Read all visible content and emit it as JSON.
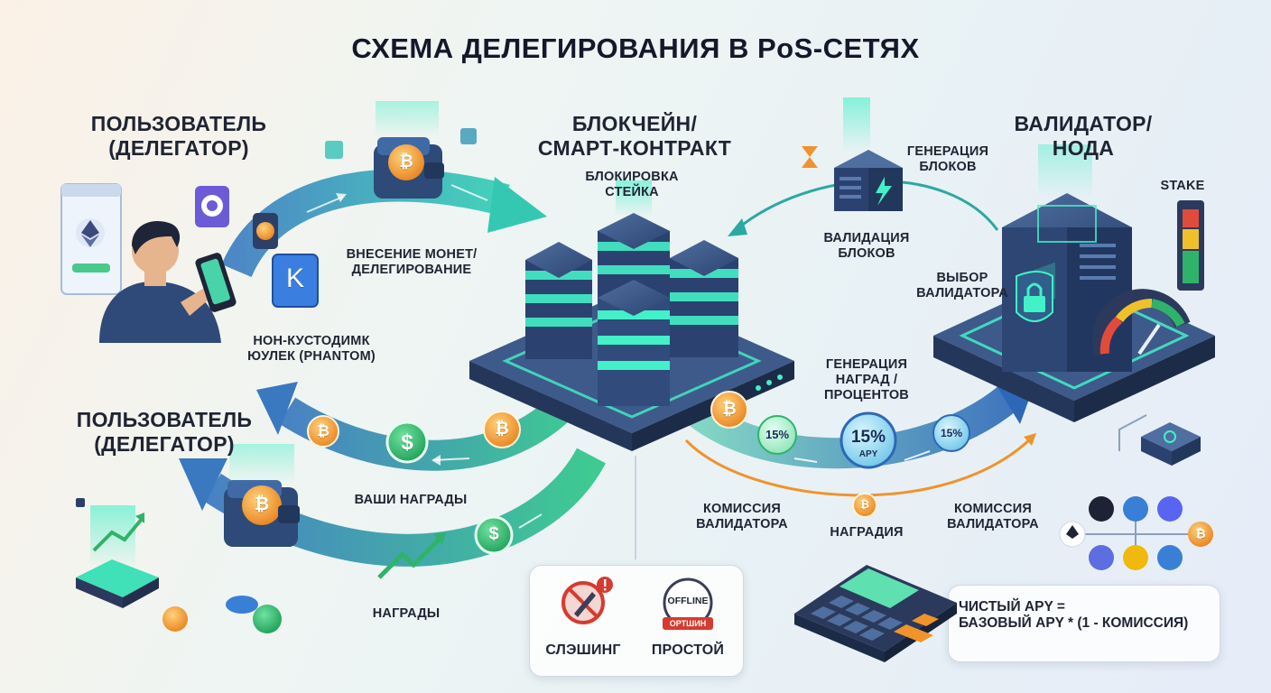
{
  "title": "СХЕМА ДЕЛЕГИРОВАНИЯ В PoS-СЕТЯХ",
  "user_top": "ПОЛЬЗОВАТЕЛЬ\n(ДЕЛЕГАТОР)",
  "user_bottom": "ПОЛЬЗОВАТЕЛЬ\n(ДЕЛЕГАТОР)",
  "blockchain": "БЛОКЧЕЙН/\nСМАРТ-КОНТРАКТ",
  "validator": "ВАЛИДАТОР/\nНОДА",
  "flow": {
    "deposit": "ВНЕСЕНИЕ МОНЕТ/\nДЕЛЕГИРОВАНИЕ",
    "wallet": "НОН-КУСТОДИМК\nЮУЛЕК (PHANTOM)",
    "stake_lock": "БЛОКИРОВКА\nСТЕЙКА",
    "block_gen": "ГЕНЕРАЦИЯ\nБЛОКОВ",
    "block_val": "ВАЛИДАЦИЯ\nБЛОКОВ",
    "validator_choice": "ВЫБОР\nВАЛИДАТОРА",
    "stake": "STAKE",
    "reward_gen": "ГЕНЕРАЦИЯ\nНАГРАД /\nПРОЦЕНТОВ",
    "your_rewards": "ВАШИ НАГРАДЫ",
    "rewards": "НАГРАДЫ",
    "commission_left": "КОМИССИЯ\nВАЛИДАТОРА",
    "commission_right": "КОМИССИЯ\nВАЛИДАТОРА",
    "nagradiya": "НАГРАДИЯ"
  },
  "apy": {
    "left": "15%",
    "center_pct": "15%",
    "center_unit": "APY",
    "right": "15%"
  },
  "coins": {
    "dollar": "$",
    "bitcoin": "₿",
    "wallet_letter": "K",
    "offline": "OFFLINE",
    "offline_sub": "ОРТШИН"
  },
  "risks": {
    "slashing": "СЛЭШИНГ",
    "downtime": "ПРОСТОЙ"
  },
  "formula": "ЧИСТЫЙ APY =\nБАЗОВЫЙ APY * (1 - КОМИССИЯ)",
  "colors": {
    "teal": "#2fd3b6",
    "blue": "#2e5d9e",
    "orange": "#f0932b",
    "navy": "#2b3a5c",
    "green": "#2fb36a"
  }
}
